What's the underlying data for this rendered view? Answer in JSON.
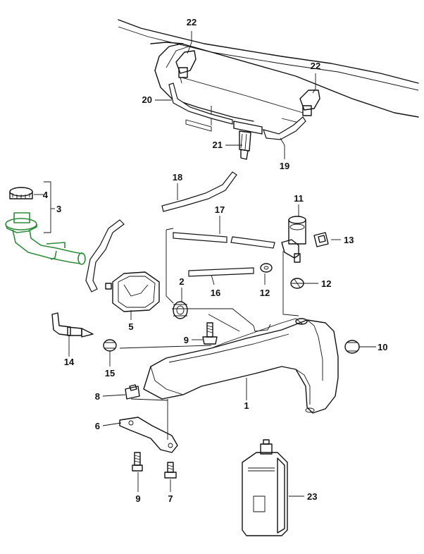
{
  "callouts": {
    "c1": "1",
    "c2": "2",
    "c3": "3",
    "c4": "4",
    "c5": "5",
    "c6": "6",
    "c7": "7",
    "c8": "8",
    "c9a": "9",
    "c9b": "9",
    "c10": "10",
    "c11": "11",
    "c12a": "12",
    "c12b": "12",
    "c13": "13",
    "c14": "14",
    "c15": "15",
    "c16": "16",
    "c17": "17",
    "c18": "18",
    "c19": "19",
    "c20": "20",
    "c21": "21",
    "c22a": "22",
    "c22b": "22",
    "c23": "23"
  },
  "colors": {
    "line": "#111111",
    "highlight": "#2e8b3a",
    "background": "#ffffff"
  },
  "highlighted_part": "3"
}
